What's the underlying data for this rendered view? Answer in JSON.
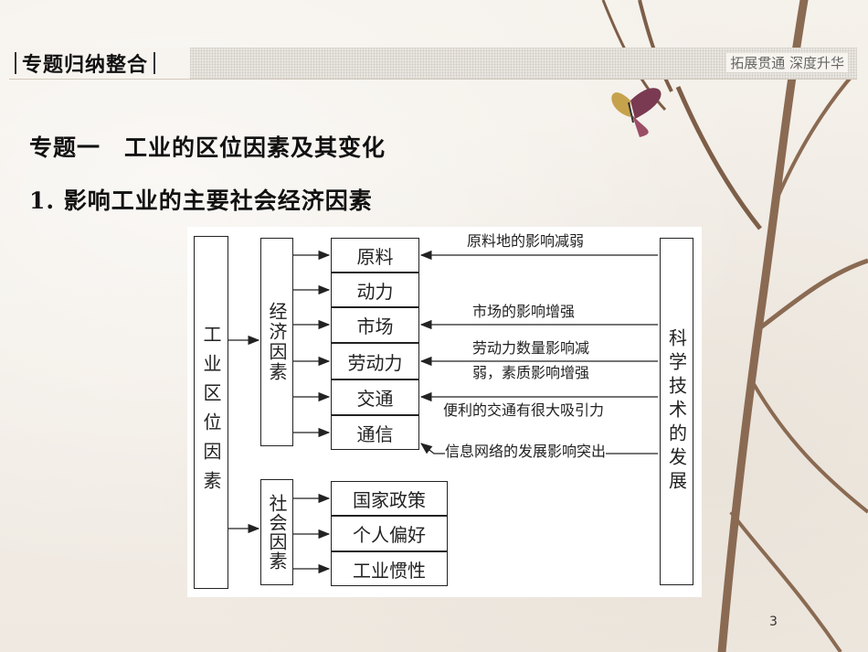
{
  "header": {
    "title": "专题归纳整合",
    "slogan": "拓展贯通 深度升华"
  },
  "topic_title": "专题一　工业的区位因素及其变化",
  "section_title": "1. 影响工业的主要社会经济因素",
  "diagram": {
    "root": "工业区位因素",
    "economic_group": "经济因素",
    "social_group": "社会因素",
    "economic_factors": [
      "原料",
      "动力",
      "市场",
      "劳动力",
      "交通",
      "通信"
    ],
    "social_factors": [
      "国家政策",
      "个人偏好",
      "工业惯性"
    ],
    "tech": "科学技术的发展",
    "influences": {
      "raw": "原料地的影响减弱",
      "market": "市场的影响增强",
      "labor_1": "劳动力数量影响减",
      "labor_2": "弱，素质影响增强",
      "transport": "便利的交通有很大吸引力",
      "comm": "信息网络的发展影响突出"
    }
  },
  "page_number": "3"
}
